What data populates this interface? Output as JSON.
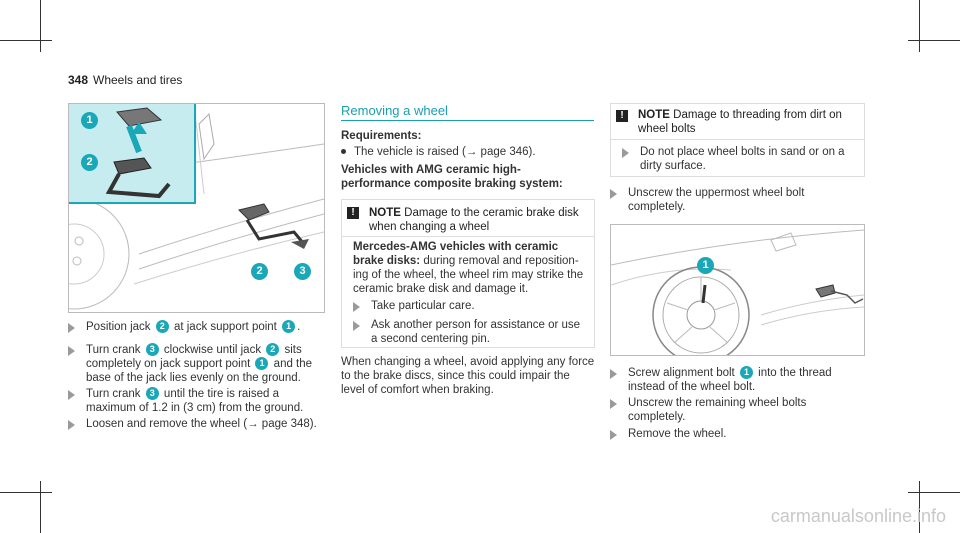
{
  "header": {
    "page_number": "348",
    "section": "Wheels and tires"
  },
  "figure1": {
    "callouts": [
      "1",
      "2",
      "2",
      "3"
    ]
  },
  "left_steps": [
    {
      "parts": [
        "Position jack ",
        "2",
        " at jack support point ",
        "1",
        "."
      ]
    },
    {
      "parts": [
        "Turn crank ",
        "3",
        " clockwise until jack ",
        "2",
        " sits completely on jack support point ",
        "1",
        " and the base of the jack lies evenly on the ground."
      ]
    },
    {
      "parts": [
        "Turn crank ",
        "3",
        " until the tire is raised a maximum of 1.2 in (3 cm) from the ground."
      ]
    },
    {
      "parts": [
        "Loosen and remove the wheel (",
        "→",
        " page 348)."
      ]
    }
  ],
  "middle": {
    "section_title": "Removing a wheel",
    "requirements_label": "Requirements:",
    "requirement_item": "The vehicle is raised (→ page 346).",
    "amg_heading": "Vehicles with AMG ceramic high-performance composite braking system:",
    "note": {
      "label": "NOTE",
      "text": "Damage to the ceramic brake disk when changing a wheel",
      "bold_lead": "Mercedes-AMG vehicles with ceramic brake disks:",
      "body": "during removal and reposition­ing of the wheel, the wheel rim may strike the ceramic brake disk and damage it.",
      "steps": [
        "Take particular care.",
        "Ask another person for assistance or use a second centering pin."
      ]
    },
    "closing_paragraph": "When changing a wheel, avoid applying any force to the brake discs, since this could impair the level of comfort when braking."
  },
  "right": {
    "note": {
      "label": "NOTE",
      "text": "Damage to threading from dirt on wheel bolts",
      "step": "Do not place wheel bolts in sand or on a dirty surface."
    },
    "step_unscrew_top": "Unscrew the uppermost wheel bolt completely.",
    "figure2": {
      "callouts": [
        "1"
      ]
    },
    "steps": [
      {
        "parts": [
          "Screw alignment bolt ",
          "1",
          " into the thread instead of the wheel bolt."
        ]
      },
      {
        "parts": [
          "Unscrew the remaining wheel bolts completely."
        ]
      },
      {
        "parts": [
          "Remove the wheel."
        ]
      }
    ]
  },
  "footer": {
    "watermark": "carmanualsonline.info"
  },
  "colors": {
    "accent": "#1aa7b8",
    "inset_bg": "#c6ecf0"
  }
}
